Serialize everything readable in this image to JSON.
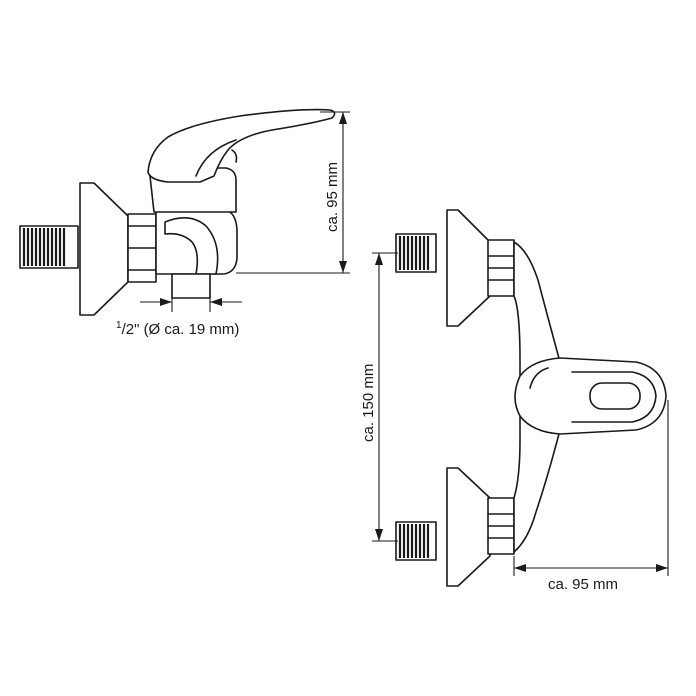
{
  "labels": {
    "side_height": "ca. 95 mm",
    "thread_size_prefix": "1",
    "thread_size_suffix": "/2\" (Ø ca. 19 mm)",
    "front_spacing": "ca. 150 mm",
    "front_depth": "ca. 95 mm"
  },
  "colors": {
    "line": "#1a1a1a",
    "background": "#ffffff"
  }
}
